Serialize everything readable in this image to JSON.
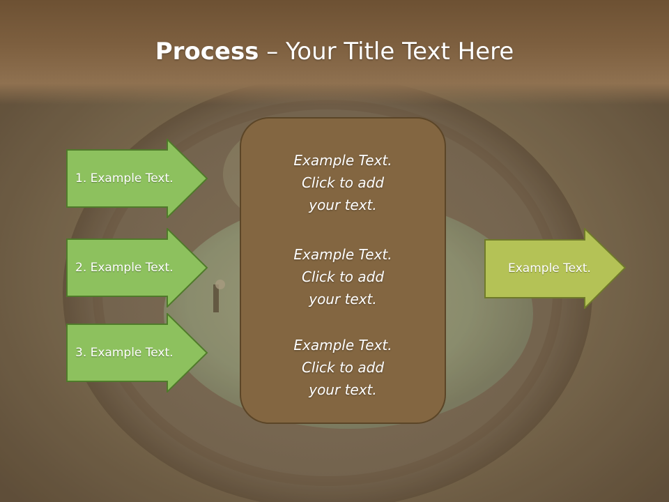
{
  "slide": {
    "title_bold": "Process",
    "title_rest": " – Your Title Text Here",
    "left_arrows": [
      {
        "label": "1. Example Text."
      },
      {
        "label": "2. Example Text."
      },
      {
        "label": "3. Example Text."
      }
    ],
    "center_items": [
      {
        "line1": "Example Text.",
        "line2": "Click  to add",
        "line3": "your text."
      },
      {
        "line1": "Example Text.",
        "line2": "Click  to add",
        "line3": "your text."
      },
      {
        "line1": "Example Text.",
        "line2": "Click  to add",
        "line3": "your text."
      }
    ],
    "right_arrow": {
      "label": "Example Text."
    }
  },
  "colors": {
    "header_brown": "#7e6040",
    "green_arrow": "#8dc15e",
    "olive_arrow": "#b4c256",
    "center_box": "#836641"
  }
}
